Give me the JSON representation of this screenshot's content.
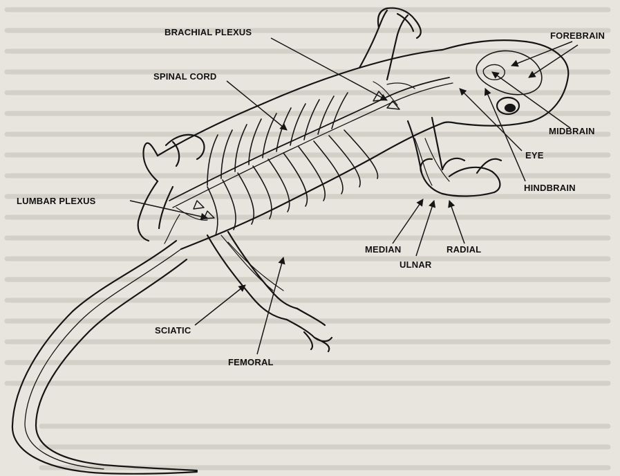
{
  "figure": {
    "labels": {
      "brachial_plexus": "BRACHIAL PLEXUS",
      "spinal_cord": "SPINAL CORD",
      "forebrain": "FOREBRAIN",
      "midbrain": "MIDBRAIN",
      "eye": "EYE",
      "hindbrain": "HINDBRAIN",
      "lumbar_plexus": "LUMBAR PLEXUS",
      "median": "MEDIAN",
      "radial": "RADIAL",
      "ulnar": "ULNAR",
      "sciatic": "SCIATIC",
      "femoral": "FEMORAL"
    }
  },
  "colors": {
    "paper": "#e8e5de",
    "ink": "#151515",
    "bleed_text": "#c9c5bd"
  }
}
